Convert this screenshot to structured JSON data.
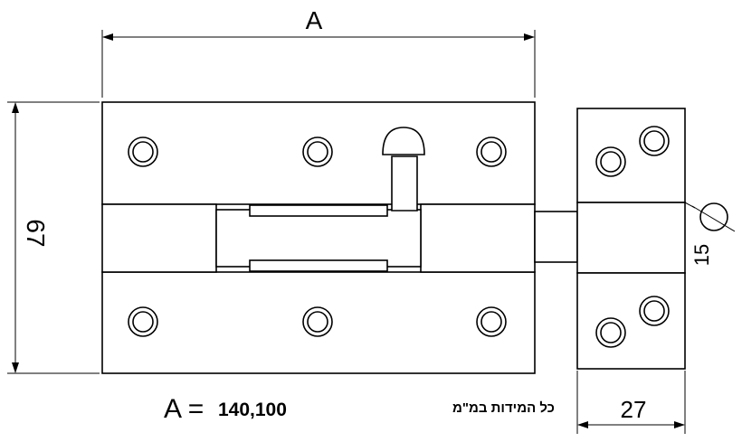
{
  "dimensions": {
    "width_label": "A",
    "height_label": "67",
    "keeper_width_label": "27",
    "pin_diameter_label": "15",
    "diameter_symbol": "∅"
  },
  "notes": {
    "a_definition_label": "A =",
    "a_values": "140,100",
    "units_note": "כל המידות במ\"מ"
  }
}
